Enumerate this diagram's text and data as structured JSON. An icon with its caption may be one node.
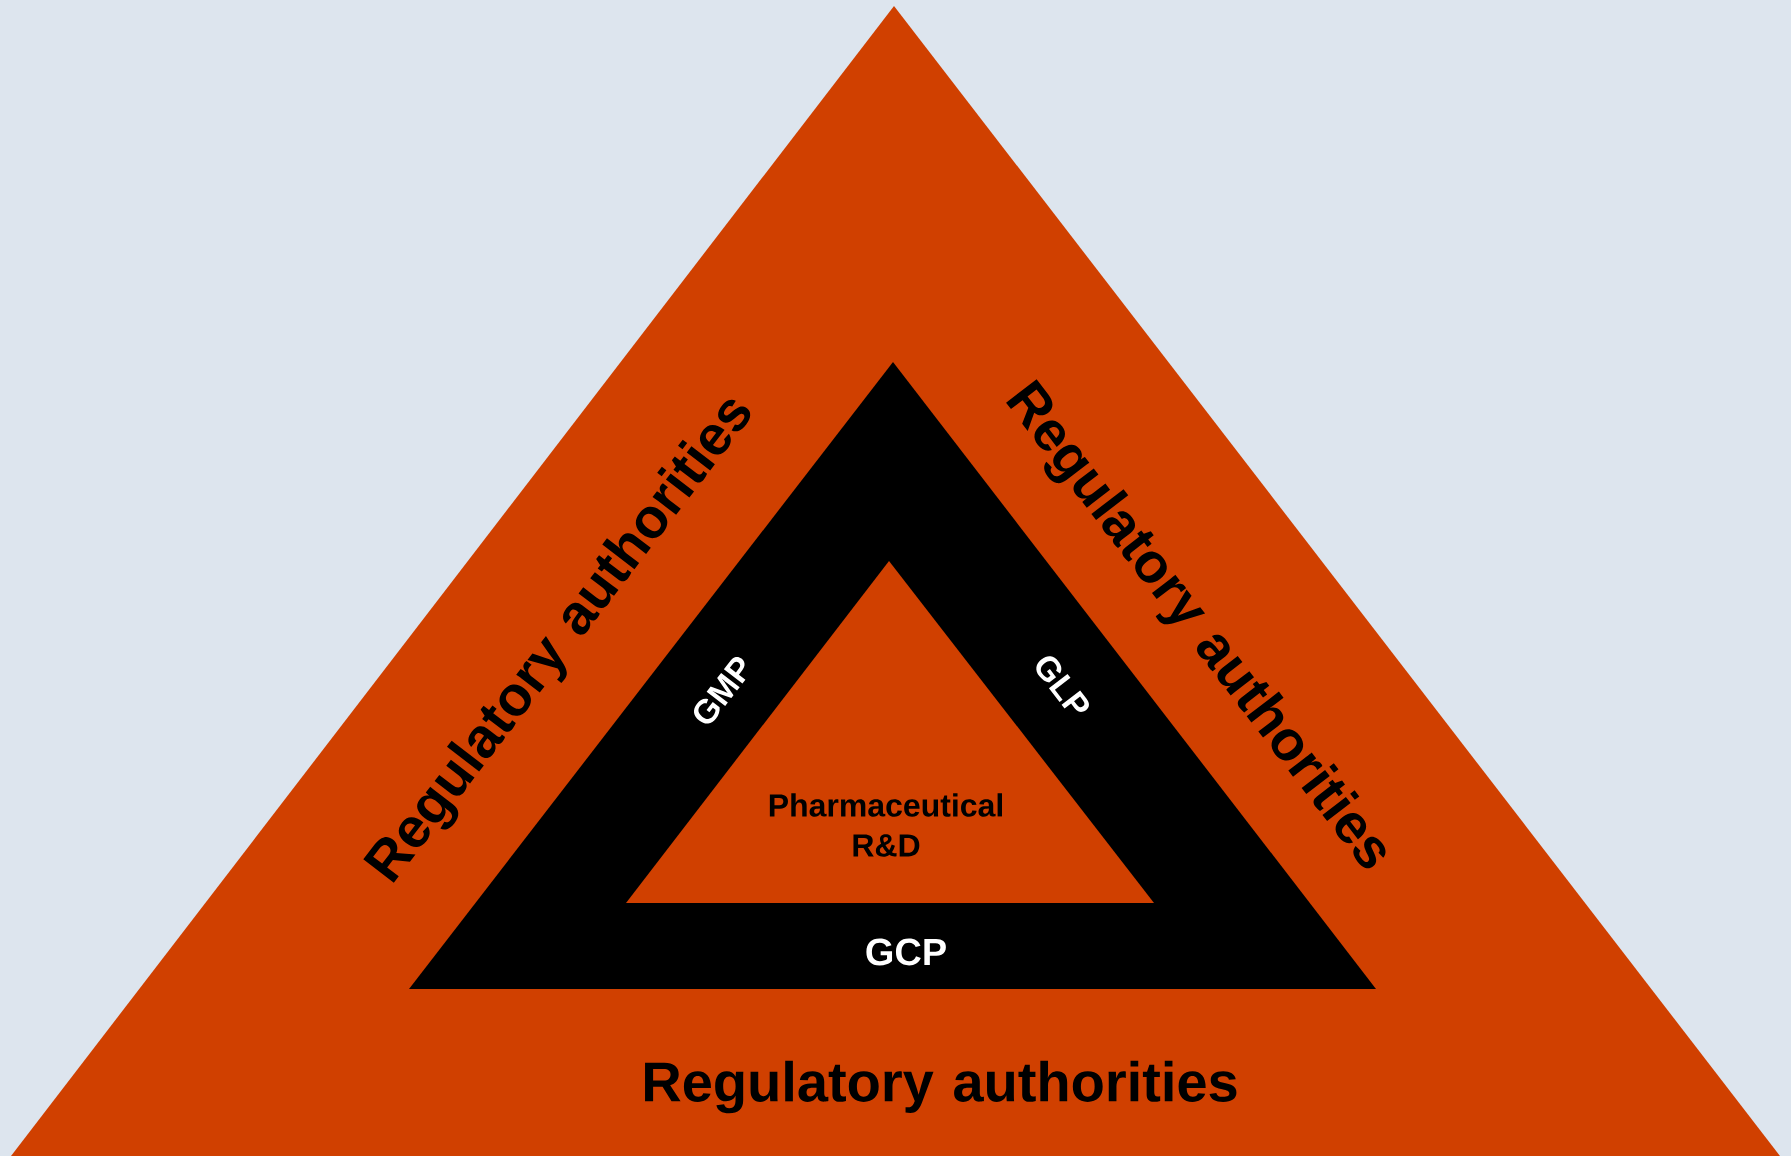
{
  "diagram": {
    "nodes": [
      {
        "text": [
          "Regulatory authorities",
          "Regulatory authorities",
          "Regulatory authorities"
        ]
      },
      {
        "text": [
          "GMP",
          "GLP",
          "GCP"
        ],
        "in": 0
      },
      {
        "text": [
          "Pharmaceutical R&D"
        ],
        "in": 1
      }
    ]
  }
}
